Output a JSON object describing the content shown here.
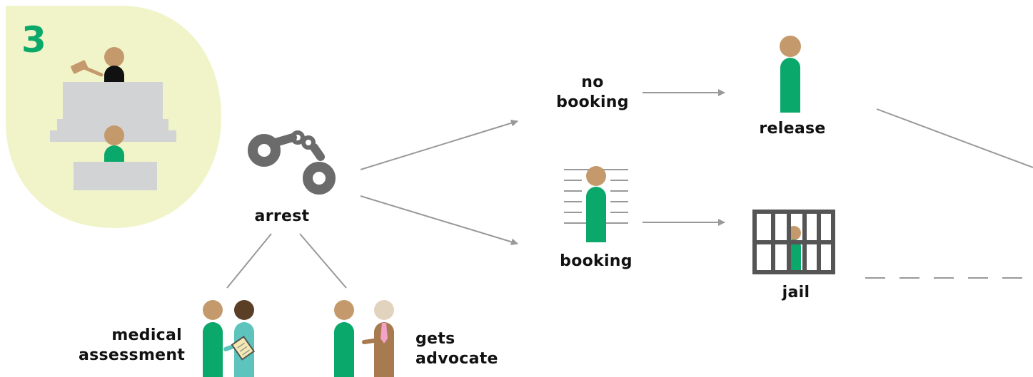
{
  "step_number": "3",
  "labels": {
    "arrest": "arrest",
    "no_booking": [
      "no",
      "booking"
    ],
    "release": "release",
    "booking": "booking",
    "jail": "jail",
    "medical_assessment": [
      "medical",
      "assessment"
    ],
    "gets_advocate": [
      "gets",
      "advocate"
    ]
  },
  "colors": {
    "badge_bg": "#f1f4c8",
    "step_number": "#0aa86a",
    "person_body_green": "#0aa86a",
    "skin": "#c49a6c",
    "arrow": "#999999",
    "handcuffs": "#6b6b6b",
    "jail_bars": "#555555",
    "court_bench": "#d1d3d4",
    "doctor_scrubs": "#5cc4bc",
    "advocate_suit": "#a87a4f",
    "advocate_tie": "#f2a3c7"
  },
  "icons": [
    "courtroom-icon",
    "gavel-icon",
    "handcuffs-icon",
    "mugshot-icon",
    "jail-cell-icon",
    "released-person-icon",
    "doctor-icon",
    "clipboard-icon",
    "advocate-icon"
  ]
}
